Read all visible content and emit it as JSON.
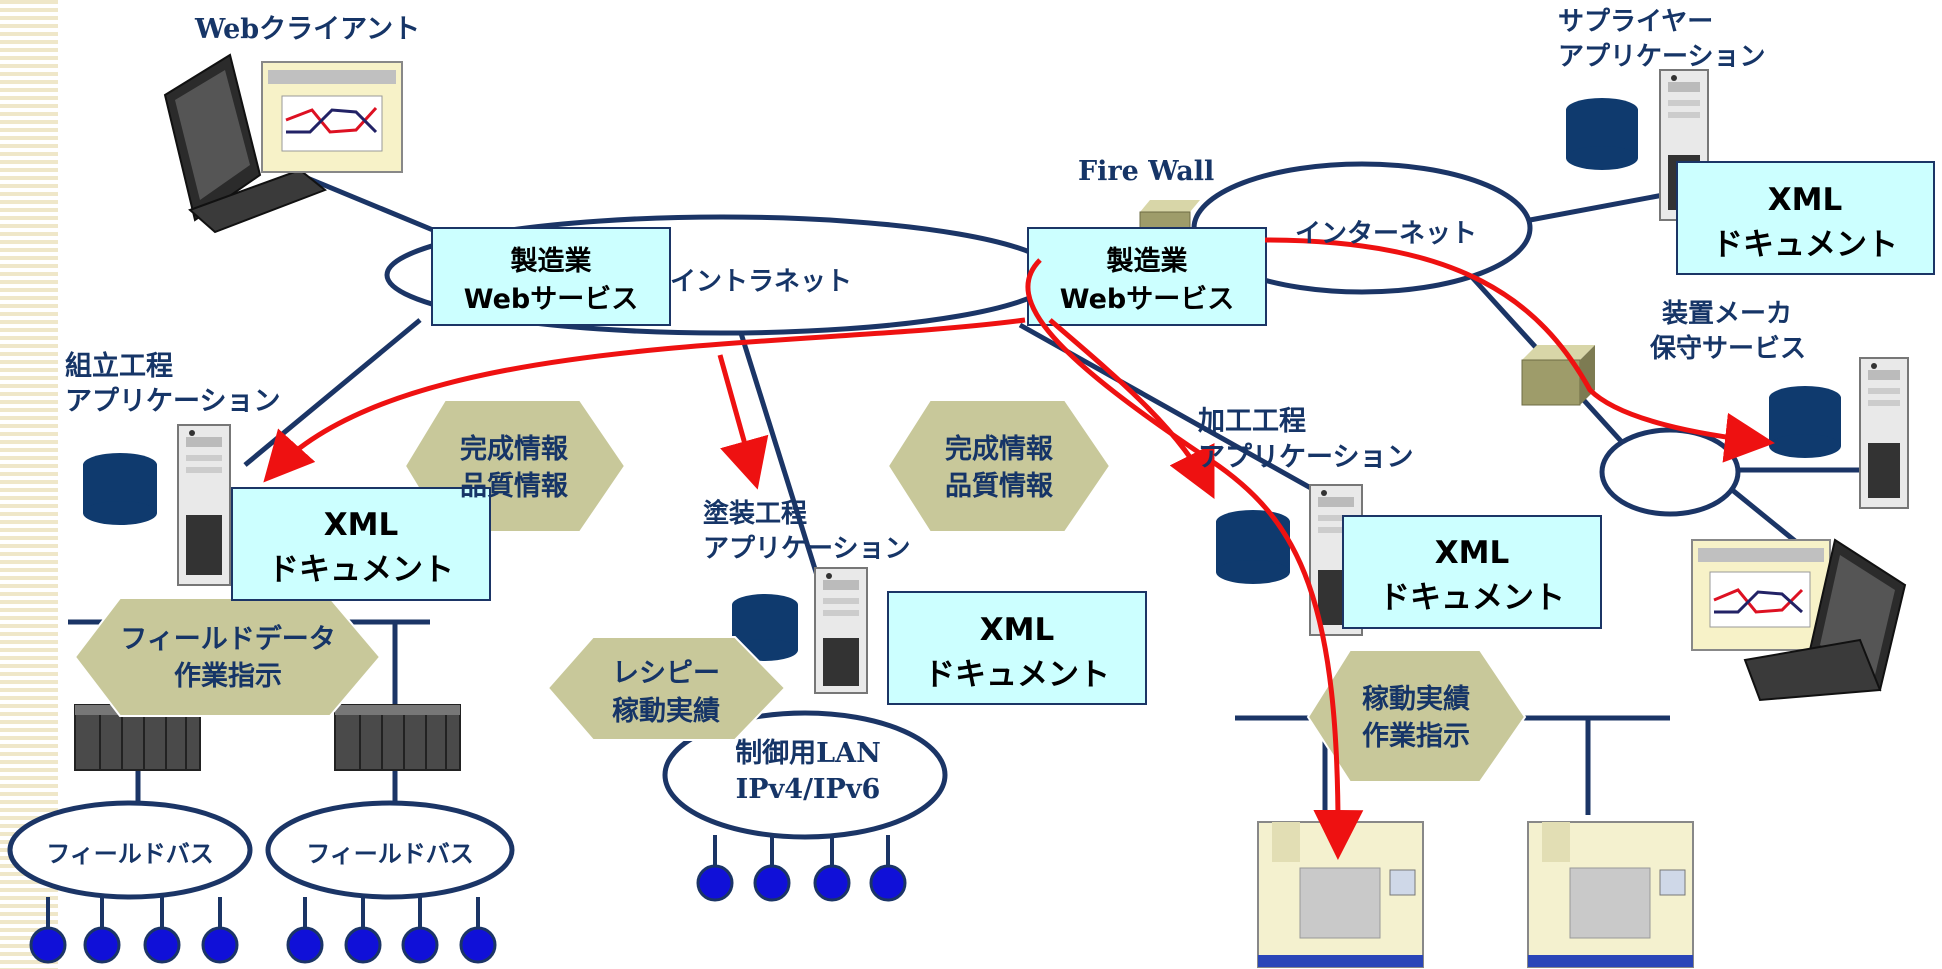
{
  "labels": {
    "web_client": "Webクライアント",
    "supplier_line1": "サプライヤー",
    "supplier_line2": "アプリケーション",
    "firewall": "Fire Wall",
    "internet": "インターネット",
    "intranet": "イントラネット",
    "maker_line1": "装置メーカ",
    "maker_line2": "保守サービス",
    "assembly_line1": "組立工程",
    "assembly_line2": "アプリケーション",
    "paint_line1": "塗装工程",
    "paint_line2": "アプリケーション",
    "machining_line1": "加工工程",
    "machining_line2": "アプリケーション",
    "control_lan_line1": "制御用LAN",
    "control_lan_line2": "IPv4/IPv6",
    "fieldbus_left": "フィールドバス",
    "fieldbus_right": "フィールドバス"
  },
  "boxes": {
    "webservice_left": {
      "line1": "製造業",
      "line2": "Webサービス"
    },
    "webservice_right": {
      "line1": "製造業",
      "line2": "Webサービス"
    },
    "xml_supplier": {
      "line1": "XML",
      "line2": "ドキュメント"
    },
    "xml_assembly": {
      "line1": "XML",
      "line2": "ドキュメント"
    },
    "xml_paint": {
      "line1": "XML",
      "line2": "ドキュメント"
    },
    "xml_machining": {
      "line1": "XML",
      "line2": "ドキュメント"
    }
  },
  "arrows": {
    "complete_left": {
      "line1": "完成情報",
      "line2": "品質情報"
    },
    "complete_right": {
      "line1": "完成情報",
      "line2": "品質情報"
    },
    "field_data": {
      "line1": "フィールドデータ",
      "line2": "作業指示"
    },
    "recipe": {
      "line1": "レシピー",
      "line2": "稼動実績"
    },
    "operation": {
      "line1": "稼動実績",
      "line2": "作業指示"
    }
  },
  "colors": {
    "network_line": "#1b3566",
    "box_fill": "#ccffff",
    "arrow_fill": "#c8c89a",
    "flow_arrow": "#ee1111",
    "database": "#0f3a6e",
    "node": "#1010d8",
    "label_text": "#163567"
  }
}
